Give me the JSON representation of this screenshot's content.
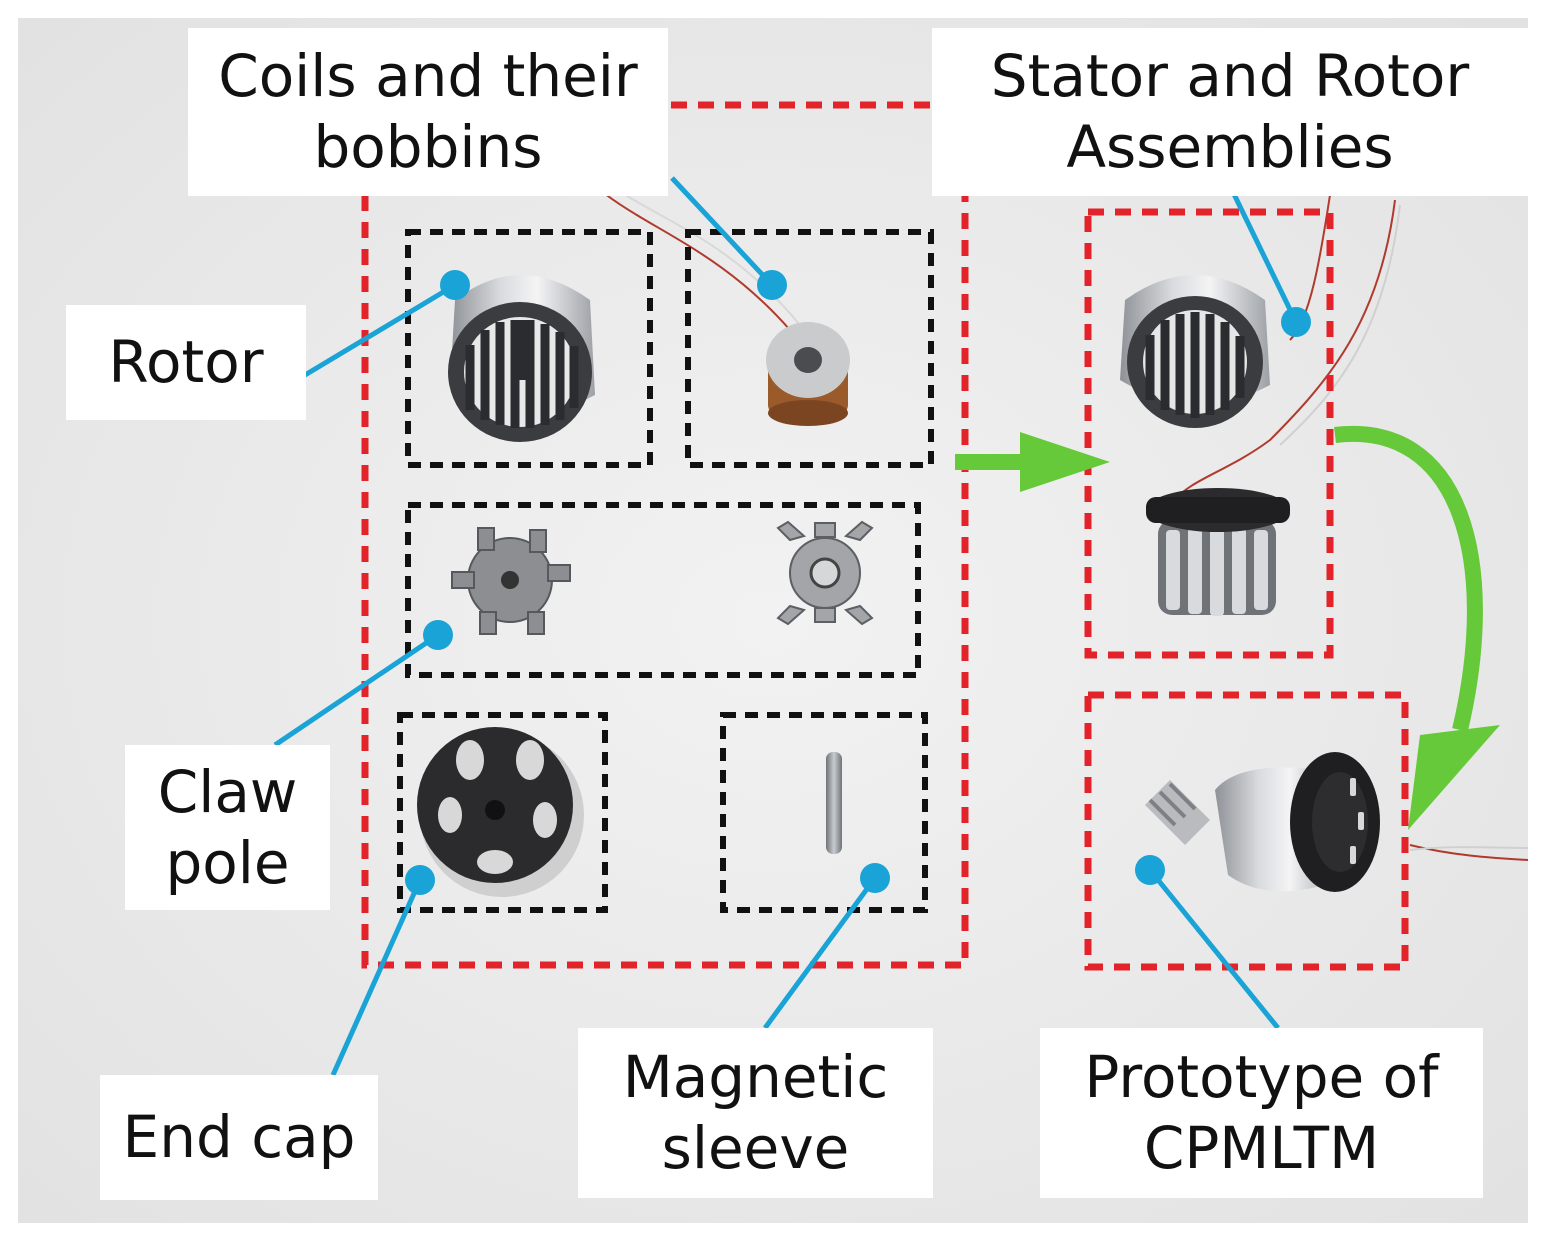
{
  "labels": {
    "coils": "Coils and their\nbobbins",
    "assemblies": "Stator and Rotor\nAssemblies",
    "rotor": "Rotor",
    "claw_pole": "Claw\npole",
    "end_cap": "End cap",
    "magnetic_sleeve": "Magnetic\nsleeve",
    "prototype": "Prototype  of\nCPMLTM"
  },
  "colors": {
    "photo_background": "#ebebeb",
    "component_group_outline": "#e3232a",
    "part_outline": "#111111",
    "leader_line": "#1aa3d6",
    "flow_arrow": "#66c93a",
    "label_box": "#ffffff"
  }
}
